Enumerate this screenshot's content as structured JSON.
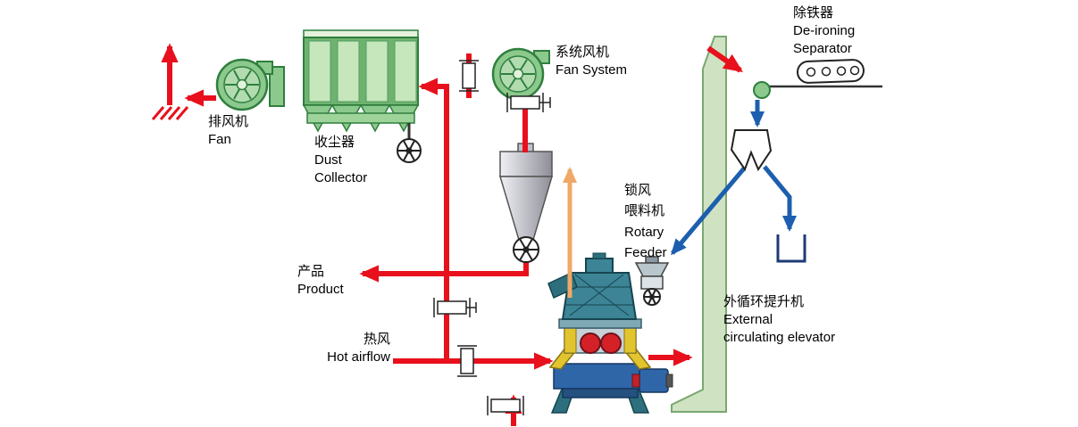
{
  "colors": {
    "flow_red": "#e8101c",
    "flow_blue": "#1d5fae",
    "flow_orange": "#f0a868",
    "equipment_green": "#8cc98c",
    "equipment_green_dark": "#2f7f3f",
    "elevator_green": "#cfe2c2",
    "cyclone_gray": "#b4b4bc"
  },
  "labels": {
    "exhaust_fan": {
      "cn": "排风机",
      "en": "Fan"
    },
    "dust_collector": {
      "cn": "收尘器",
      "en1": "Dust",
      "en2": "Collector"
    },
    "system_fan": {
      "cn": "系统风机",
      "en": "Fan System"
    },
    "de_ironing_separator": {
      "cn": "除铁器",
      "en1": "De-ironing",
      "en2": "Separator"
    },
    "product": {
      "cn": "产品",
      "en": "Product"
    },
    "hot_airflow": {
      "cn": "热风",
      "en": "Hot airflow"
    },
    "rotary_feeder": {
      "cn1": "锁风",
      "cn2": "喂料机",
      "en1": "Rotary",
      "en2": "Feeder"
    },
    "external_elevator": {
      "cn": "外循环提升机",
      "en1": "External",
      "en2": "circulating elevator"
    }
  }
}
